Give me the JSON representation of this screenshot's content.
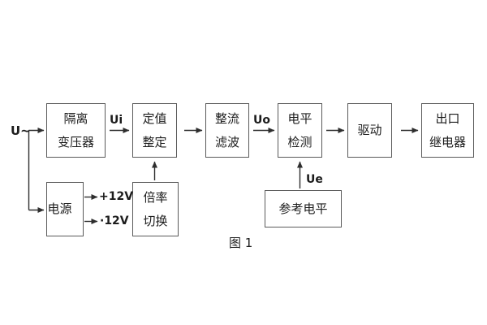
{
  "figure": {
    "caption": "图 1",
    "input_label": "U~",
    "signals": {
      "ui": "Ui",
      "uo": "Uo",
      "ue": "Ue"
    },
    "power_rails": {
      "positive": "+12V",
      "negative": "·12V"
    },
    "blocks": {
      "isolation_transformer": {
        "line1": "隔离",
        "line2": "变压器"
      },
      "setting": {
        "line1": "定值",
        "line2": "整定"
      },
      "rectifier_filter": {
        "line1": "整流",
        "line2": "滤波"
      },
      "level_detection": {
        "line1": "电平",
        "line2": "检测"
      },
      "drive": {
        "line1": "驱动"
      },
      "output_relay": {
        "line1": "出口",
        "line2": "继电器"
      },
      "power_supply": {
        "line1": "电源"
      },
      "ratio_switch": {
        "line1": "倍率",
        "line2": "切换"
      },
      "reference_level": {
        "line1": "参考电平"
      }
    },
    "colors": {
      "background": "#ffffff",
      "box_border": "#5a5a5a",
      "text": "#1c1c1c",
      "wire": "#2e2e2e"
    }
  }
}
